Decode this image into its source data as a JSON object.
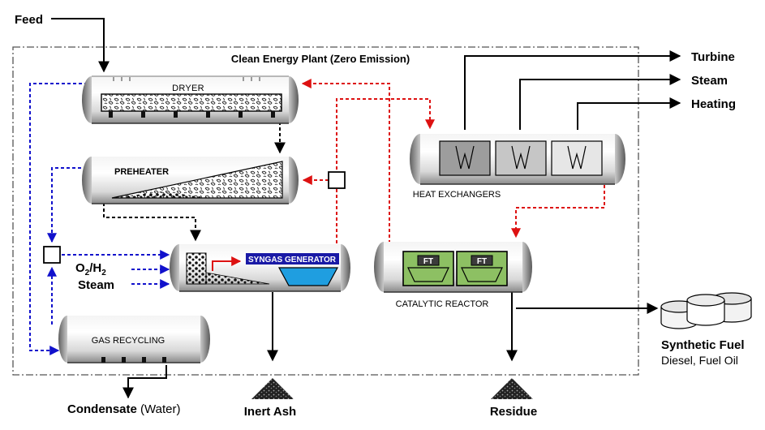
{
  "plant": {
    "title": "Clean Energy Plant (Zero Emission)"
  },
  "inputs": {
    "feed": "Feed",
    "o2_prefix": "O",
    "o2_sub": "2",
    "slash": "/",
    "h2_prefix": "H",
    "h2_sub": "2",
    "steam": "Steam"
  },
  "units": {
    "dryer": "DRYER",
    "preheater": "PREHEATER",
    "syngas_generator": "SYNGAS GENERATOR",
    "gas_recycling": "GAS RECYCLING",
    "heat_exchangers": "HEAT EXCHANGERS",
    "catalytic_reactor": "CATALYTIC REACTOR",
    "ft_label": "FT"
  },
  "outputs": {
    "turbine": "Turbine",
    "steam": "Steam",
    "heating": "Heating",
    "synthetic_fuel": "Synthetic Fuel",
    "synthetic_fuel_detail": "Diesel, Fuel Oil",
    "condensate": "Condensate",
    "condensate_detail": "(Water)",
    "inert_ash": "Inert Ash",
    "residue": "Residue"
  },
  "colors": {
    "hot_flow": "#dd1111",
    "gas_flow": "#1111cc",
    "line": "#000000",
    "ft_green": "#8dc063",
    "syngas_blue": "#1a1aa6",
    "bin_cyan": "#1f9ee0"
  }
}
